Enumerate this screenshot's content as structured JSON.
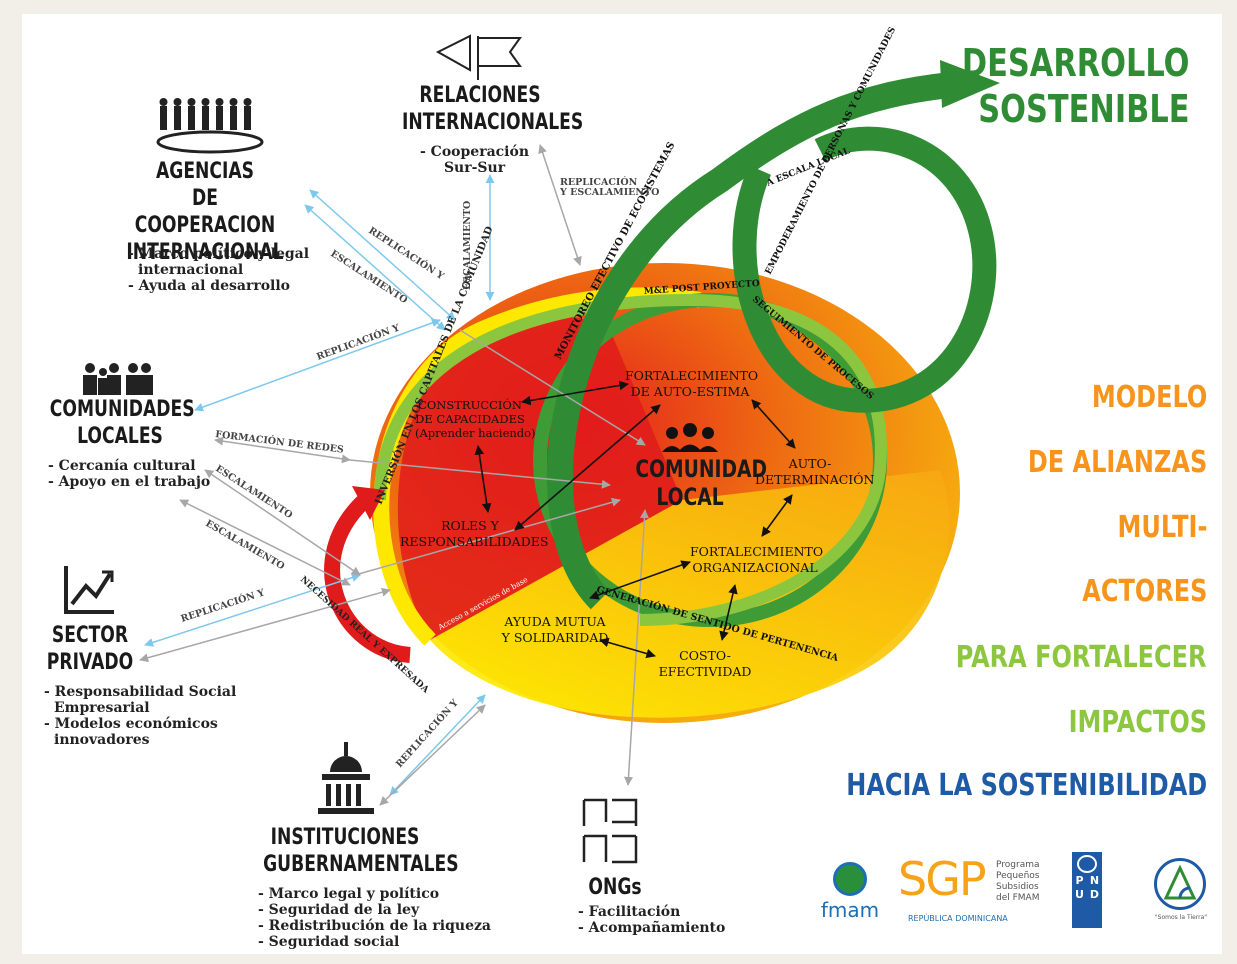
{
  "title_top": {
    "line1": "DESARROLLO",
    "line2": "SOSTENIBLE"
  },
  "right_title": {
    "l1": "MODELO",
    "l2": "DE ALIANZAS",
    "l3": "MULTI-",
    "l4": "ACTORES",
    "l5": "PARA FORTALECER",
    "l6": "IMPACTOS",
    "l7": "HACIA LA SOSTENIBILIDAD"
  },
  "colors": {
    "green_dark": "#2e8b3a",
    "green_light": "#8dc63f",
    "orange": "#f7941d",
    "blue": "#1f5aa6",
    "red": "#e21c1c",
    "yellow": "#ffe100"
  },
  "actors": {
    "relaciones": {
      "l1": "RELACIONES",
      "l2": "INTERNACIONALES",
      "b1": "- Cooperación",
      "b2": "Sur-Sur"
    },
    "agencias": {
      "l1": "AGENCIAS",
      "l2": "DE COOPERACION",
      "l3": "INTERNACIONAL",
      "b1": "- Marco político y legal",
      "b2": "internacional",
      "b3": "- Ayuda al desarrollo"
    },
    "comunidades": {
      "l1": "COMUNIDADES",
      "l2": "LOCALES",
      "b1": "- Cercanía cultural",
      "b2": "- Apoyo en el trabajo"
    },
    "sector": {
      "l1": "SECTOR",
      "l2": "PRIVADO",
      "b1": "- Responsabilidad Social",
      "b2": "Empresarial",
      "b3": "- Modelos económicos",
      "b4": "innovadores"
    },
    "instituciones": {
      "l1": "INSTITUCIONES",
      "l2": "GUBERNAMENTALES",
      "b1": "- Marco legal y político",
      "b2": "- Seguridad de la ley",
      "b3": "- Redistribución de la riqueza",
      "b4": "- Seguridad social"
    },
    "ongs": {
      "l1": "ONGs",
      "b1": "- Facilitación",
      "b2": "- Acompañamiento"
    }
  },
  "center": {
    "l1": "COMUNIDAD",
    "l2": "LOCAL"
  },
  "nodes": {
    "autoestima": {
      "l1": "FORTALECIMIENTO",
      "l2": "DE AUTO-ESTIMA"
    },
    "capacidades": {
      "l1": "CONSTRUCCIÓN",
      "l2": "DE CAPACIDADES",
      "l3": "(Aprender haciendo)"
    },
    "autodet": {
      "l1": "AUTO-",
      "l2": "DETERMINACIÓN"
    },
    "roles": {
      "l1": "ROLES Y",
      "l2": "RESPONSABILIDADES"
    },
    "organizacional": {
      "l1": "FORTALECIMIENTO",
      "l2": "ORGANIZACIONAL"
    },
    "ayuda": {
      "l1": "AYUDA MUTUA",
      "l2": "Y SOLIDARIDAD"
    },
    "costo": {
      "l1": "COSTO-",
      "l2": "EFECTIVIDAD"
    }
  },
  "arrow_labels": {
    "replicacion_y": "REPLICACIÓN Y",
    "escalamiento": "ESCALAMIENTO",
    "replicacion_escalamiento_l1": "REPLICACIÓN",
    "replicacion_escalamiento_l2": "Y ESCALAMIENTO",
    "formacion_redes": "FORMACIÓN DE REDES"
  },
  "ring_labels": {
    "inversion": "INVERSIÓN EN LOS CAPITALES DE LA COMUNIDAD",
    "monitoreo": "MONITOREO EFECTIVO DE ECOSISTEMAS",
    "empoderamiento": "EMPODERAMIENTO DE PERSONAS Y COMUNIDADES",
    "escala_local": "A ESCALA LOCAL",
    "me_post": "M&E POST PROYECTO",
    "seguimiento": "SEGUIMIENTO DE PROCESOS",
    "generacion": "GENERACIÓN DE SENTIDO DE PERTENENCIA",
    "necesidad": "NECESIDAD REAL Y EXPRESADA",
    "acceso": "Acceso a servicios de base"
  },
  "logos": {
    "fmam": "fmam",
    "sgp": "SGP",
    "sgp_text1": "Programa",
    "sgp_text2": "Pequeños",
    "sgp_text3": "Subsidios",
    "sgp_text4": "del FMAM",
    "sgp_country": "REPÚBLICA DOMINICANA",
    "pnud_l1": "P",
    "pnud_l2": "N",
    "pnud_l3": "U",
    "pnud_l4": "D",
    "guardia_bottom": "\"Somos la Tierra\""
  }
}
